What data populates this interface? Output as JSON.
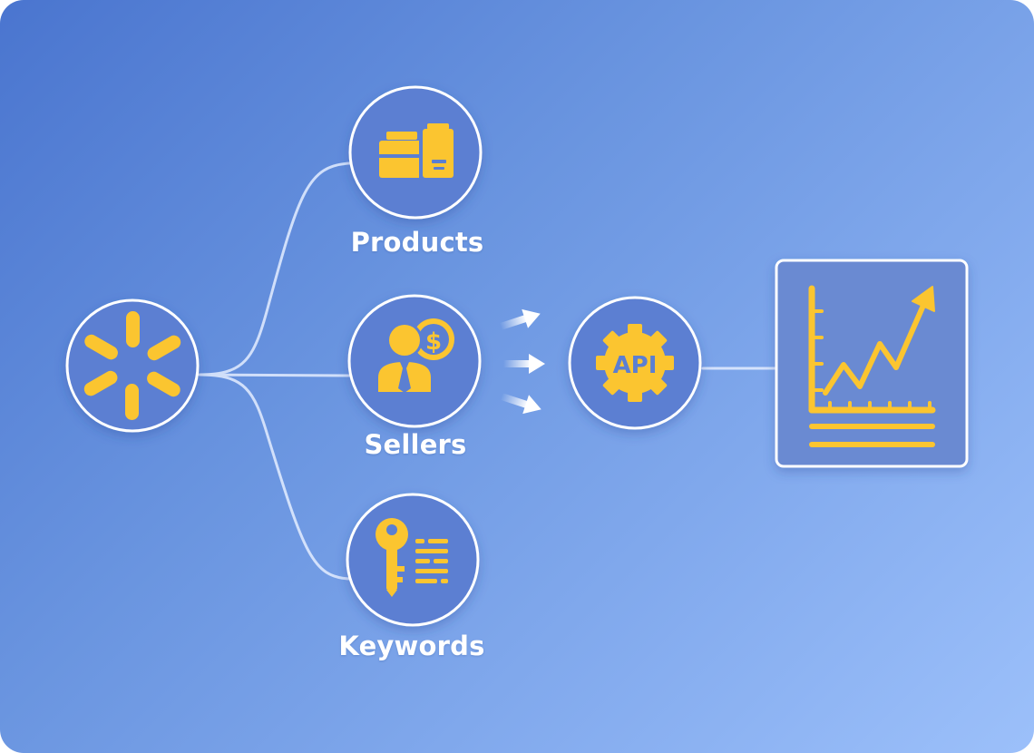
{
  "nodes": {
    "source": {
      "icon": "walmart-spark-icon"
    },
    "products": {
      "label": "Products",
      "icon": "boxes-icon"
    },
    "sellers": {
      "label": "Sellers",
      "icon": "seller-dollar-icon"
    },
    "keywords": {
      "label": "Keywords",
      "icon": "key-list-icon"
    },
    "api": {
      "label": "API",
      "icon": "gear-icon"
    },
    "output": {
      "icon": "chart-trend-icon"
    }
  },
  "colors": {
    "node_fill": "#5b7fd2",
    "node_border": "#ffffff",
    "icon": "#fbc530",
    "connector": "#e4edff",
    "label": "#ffffff"
  }
}
